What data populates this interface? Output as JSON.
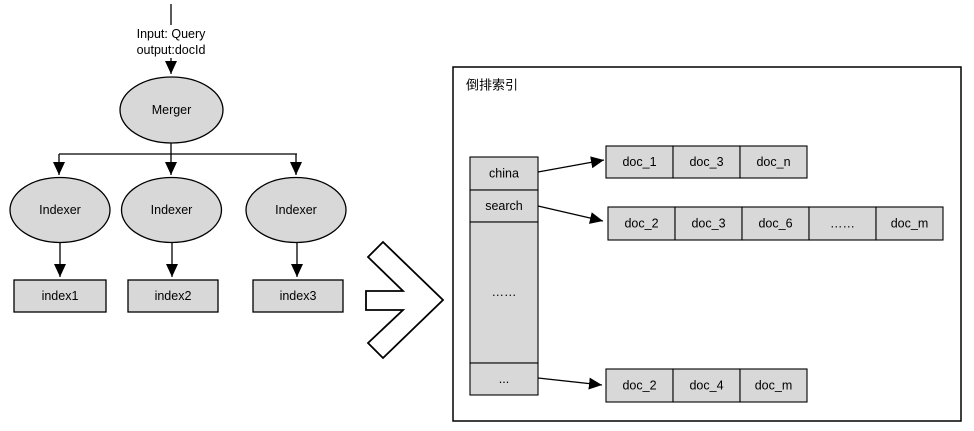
{
  "colors": {
    "background": "#ffffff",
    "shape_fill": "#d8d8d8",
    "line": "#000000",
    "text": "#000000"
  },
  "top_flow": {
    "input_line1": "Input: Query",
    "input_line2": "output:docId",
    "merger": "Merger",
    "indexers": [
      "Indexer",
      "Indexer",
      "Indexer"
    ],
    "index_stores": [
      "index1",
      "index2",
      "index3"
    ]
  },
  "transform": {
    "arrow_icon": "chevron-right-block-arrow"
  },
  "panel": {
    "title": "倒排索引",
    "terms": [
      "china",
      "search",
      "……",
      "..."
    ],
    "rows": [
      {
        "cells": [
          "doc_1",
          "doc_3",
          "doc_n"
        ]
      },
      {
        "cells": [
          "doc_2",
          "doc_3",
          "doc_6",
          "……",
          "doc_m"
        ]
      },
      {
        "cells": [
          "doc_2",
          "doc_4",
          "doc_m"
        ]
      }
    ]
  }
}
